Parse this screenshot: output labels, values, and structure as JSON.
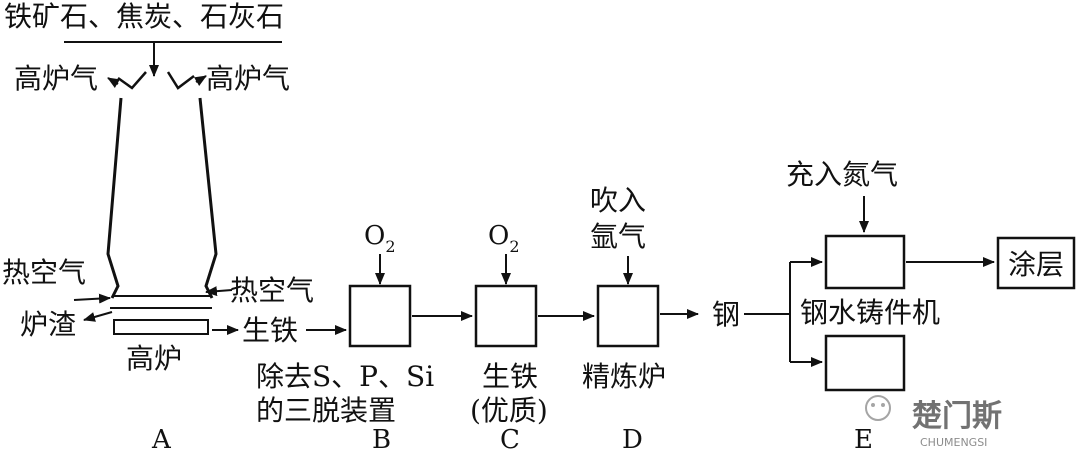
{
  "inputs": "铁矿石、焦炭、石灰石",
  "furnace": {
    "gas_left": "高炉气",
    "gas_right": "高炉气",
    "hot_air_left": "热空气",
    "hot_air_right": "热空气",
    "slag": "炉渣",
    "name": "高炉",
    "output": "生铁",
    "letter": "A"
  },
  "stage_b": {
    "o2": "O",
    "o2_sub": "2",
    "line1": "除去S、P、Si",
    "line2": "的三脱装置",
    "letter": "B"
  },
  "stage_c": {
    "o2": "O",
    "o2_sub": "2",
    "line1": "生铁",
    "line2": "(优质)",
    "letter": "C"
  },
  "stage_d": {
    "gas_line1": "吹入",
    "gas_line2": "氩气",
    "name": "精炼炉",
    "letter": "D"
  },
  "steel_label": "钢",
  "stage_e": {
    "gas": "充入氮气",
    "name": "钢水铸件机",
    "letter": "E"
  },
  "coating": "涂层",
  "watermark": {
    "main": "楚门斯",
    "sub": "CHUMENGSI"
  }
}
